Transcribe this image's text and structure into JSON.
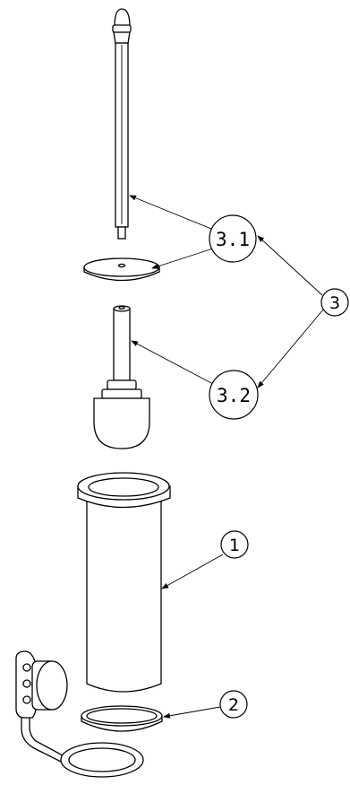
{
  "callouts": {
    "c31": "3.1",
    "c32": "3.2",
    "c3": "3",
    "c1": "1",
    "c2": "2"
  }
}
